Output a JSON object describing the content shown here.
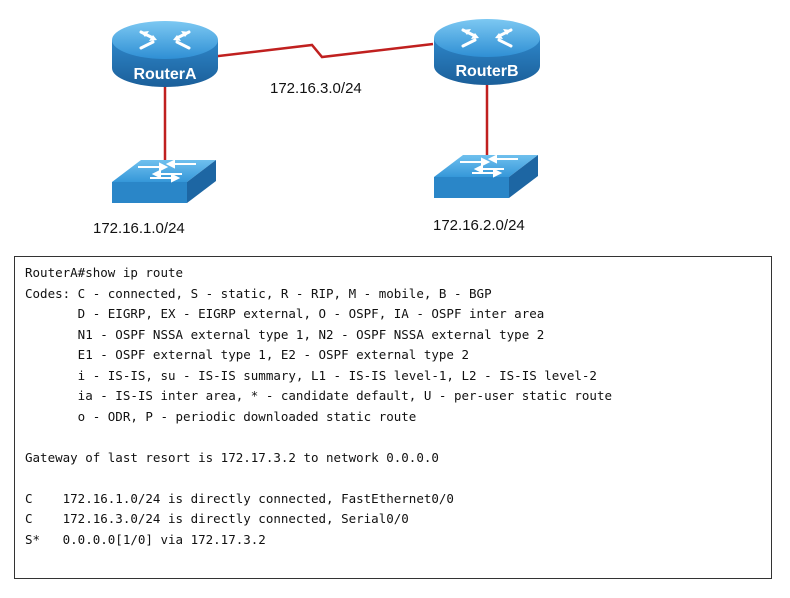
{
  "routers": [
    {
      "name": "RouterA"
    },
    {
      "name": "RouterB"
    }
  ],
  "networks": {
    "serial_link": "172.16.3.0/24",
    "lan_a": "172.16.1.0/24",
    "lan_b": "172.16.2.0/24"
  },
  "colors": {
    "link": "#c0201f",
    "router_body": "#2a8fd6",
    "switch_body": "#2a8fd6"
  },
  "terminal": {
    "lines": [
      "RouterA#show ip route",
      "Codes: C - connected, S - static, R - RIP, M - mobile, B - BGP",
      "       D - EIGRP, EX - EIGRP external, O - OSPF, IA - OSPF inter area",
      "       N1 - OSPF NSSA external type 1, N2 - OSPF NSSA external type 2",
      "       E1 - OSPF external type 1, E2 - OSPF external type 2",
      "       i - IS-IS, su - IS-IS summary, L1 - IS-IS level-1, L2 - IS-IS level-2",
      "       ia - IS-IS inter area, * - candidate default, U - per-user static route",
      "       o - ODR, P - periodic downloaded static route",
      "",
      "Gateway of last resort is 172.17.3.2 to network 0.0.0.0",
      "",
      "C    172.16.1.0/24 is directly connected, FastEthernet0/0",
      "C    172.16.3.0/24 is directly connected, Serial0/0",
      "S*   0.0.0.0[1/0] via 172.17.3.2"
    ]
  }
}
